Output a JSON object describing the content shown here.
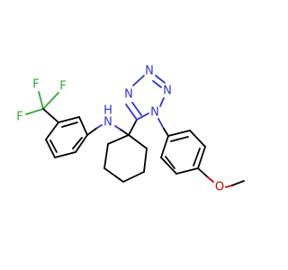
{
  "molecule": {
    "colors": {
      "carbon_bond": "#000000",
      "nitrogen": "#3333cc",
      "oxygen": "#cc0000",
      "fluorine": "#33aa33"
    },
    "atom_labels": {
      "F1": "F",
      "F2": "F",
      "F3": "F",
      "NH_N": "N",
      "NH_H": "H",
      "N1": "N",
      "N2": "N",
      "N3": "N",
      "N4": "N",
      "O": "O"
    }
  }
}
